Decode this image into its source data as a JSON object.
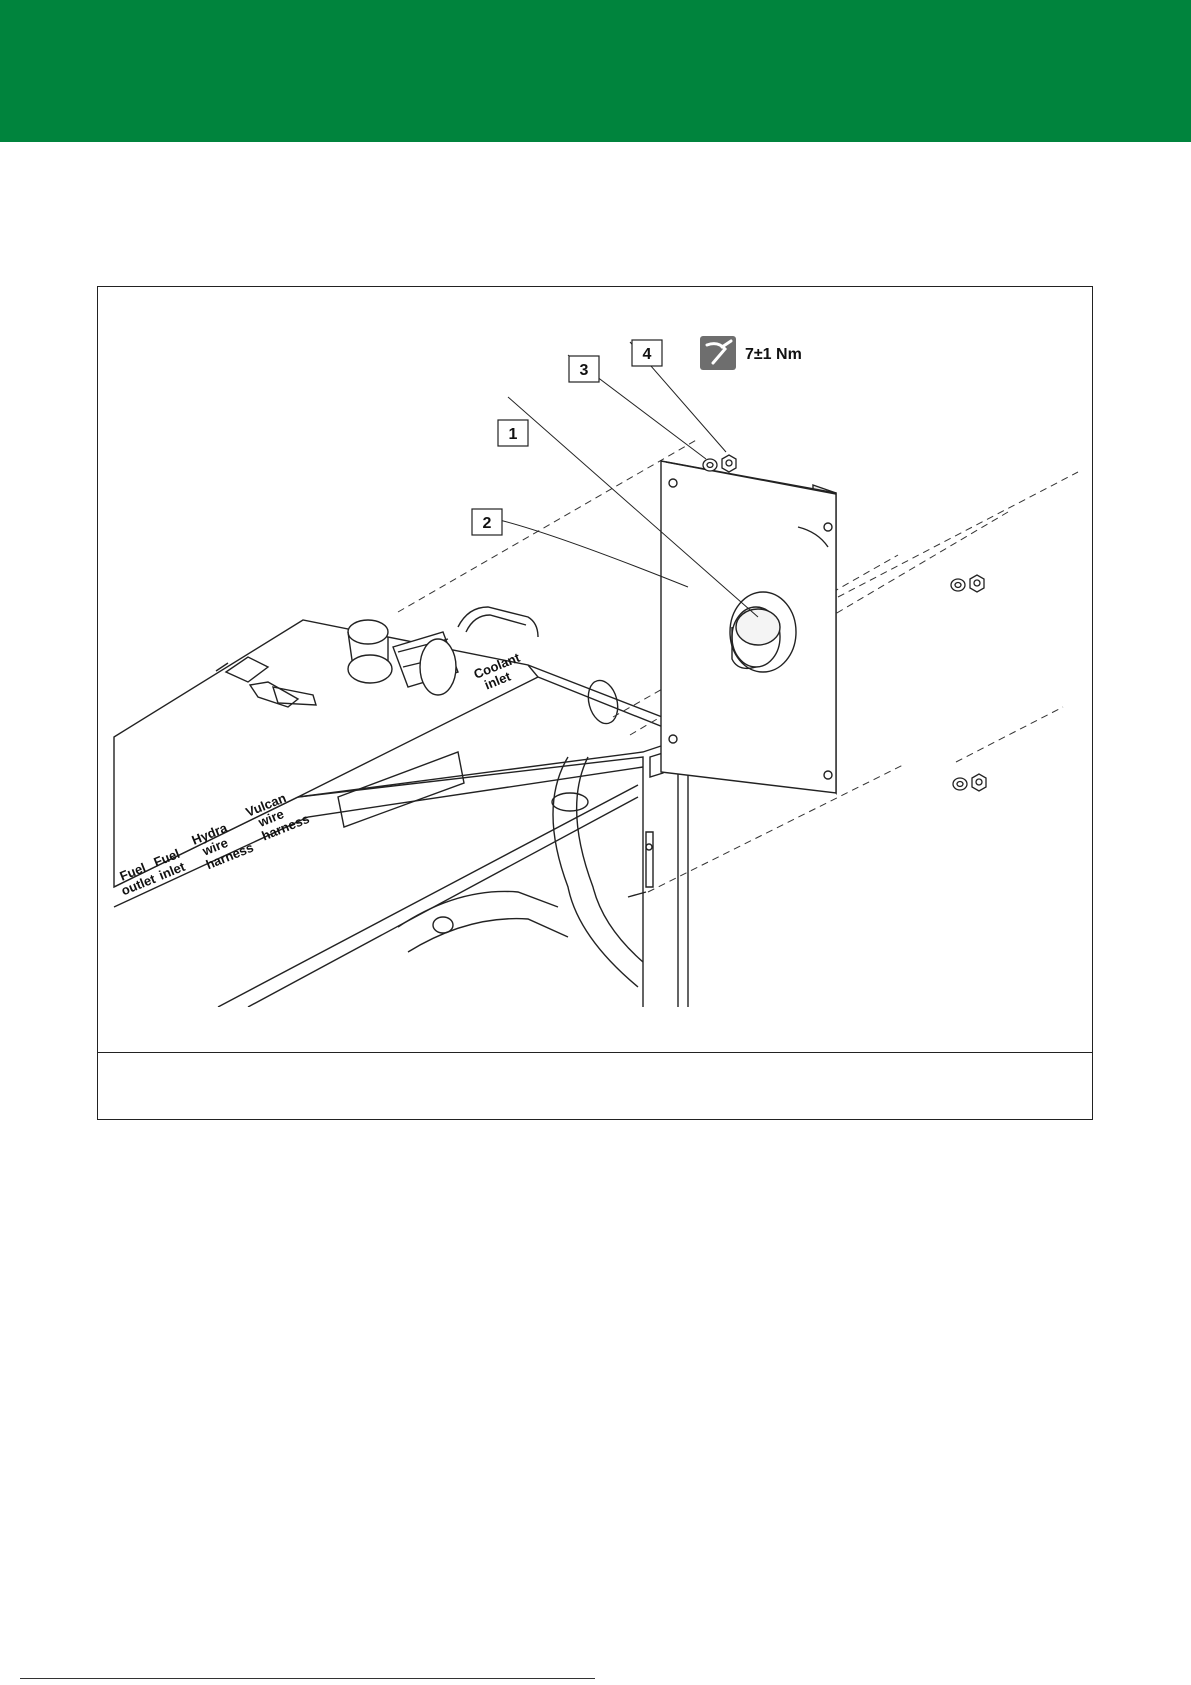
{
  "header": {
    "color": "#00843d"
  },
  "figure": {
    "caption": "",
    "callouts": [
      "1",
      "2",
      "3",
      "4"
    ],
    "torque": {
      "value": "7±1 Nm",
      "icon": "torque-wrench-icon"
    },
    "housing_labels": {
      "coolant_inlet": [
        "Coolant",
        "inlet"
      ],
      "fuel_outlet": [
        "Fuel",
        "outlet"
      ],
      "fuel_inlet": [
        "Fuel",
        "inlet"
      ],
      "hydra_harness": [
        "Hydra",
        "wire",
        "harness"
      ],
      "vulcan_harness": [
        "Vulcan",
        "wire",
        "harness"
      ]
    }
  }
}
